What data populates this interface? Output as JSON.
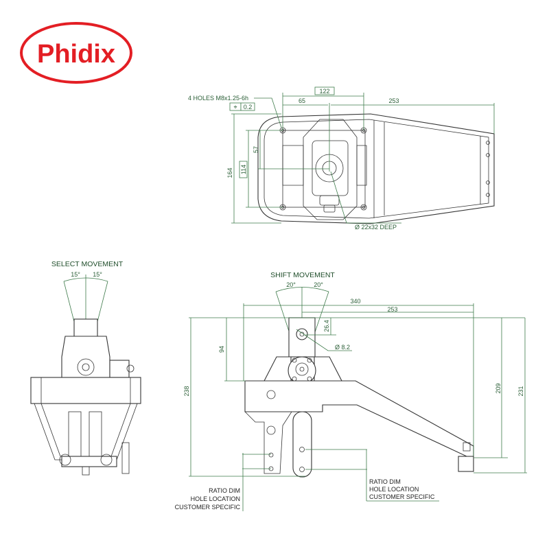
{
  "brand": {
    "logo_text": "Phidix",
    "color": "#e31e24"
  },
  "colors": {
    "dimension": "#3d7a4a",
    "outline": "#333333"
  },
  "top_view": {
    "holes_note": "4 HOLES M8x1.25-6h",
    "tolerance_symbol": "⌖",
    "tolerance_value": "0.2",
    "dim_122": "122",
    "dim_65": "65",
    "dim_253": "253",
    "dim_164": "164",
    "dim_114": "114",
    "dim_57": "57",
    "bore_note": "Ø 22x32 DEEP"
  },
  "select_view": {
    "title": "SELECT MOVEMENT",
    "angle_left": "15°",
    "angle_right": "15°"
  },
  "shift_view": {
    "title": "SHIFT MOVEMENT",
    "angle_left": "20°",
    "angle_right": "20°",
    "dim_340": "340",
    "dim_253": "253",
    "dim_26_4": "26.4",
    "dim_8_2": "Ø 8.2",
    "dim_94": "94",
    "dim_238": "238",
    "dim_209": "209",
    "dim_231": "231",
    "note_left": [
      "RATIO DIM",
      "HOLE LOCATION",
      "CUSTOMER SPECIFIC"
    ],
    "note_right": [
      "RATIO DIM",
      "HOLE LOCATION",
      "CUSTOMER SPECIFIC"
    ]
  }
}
